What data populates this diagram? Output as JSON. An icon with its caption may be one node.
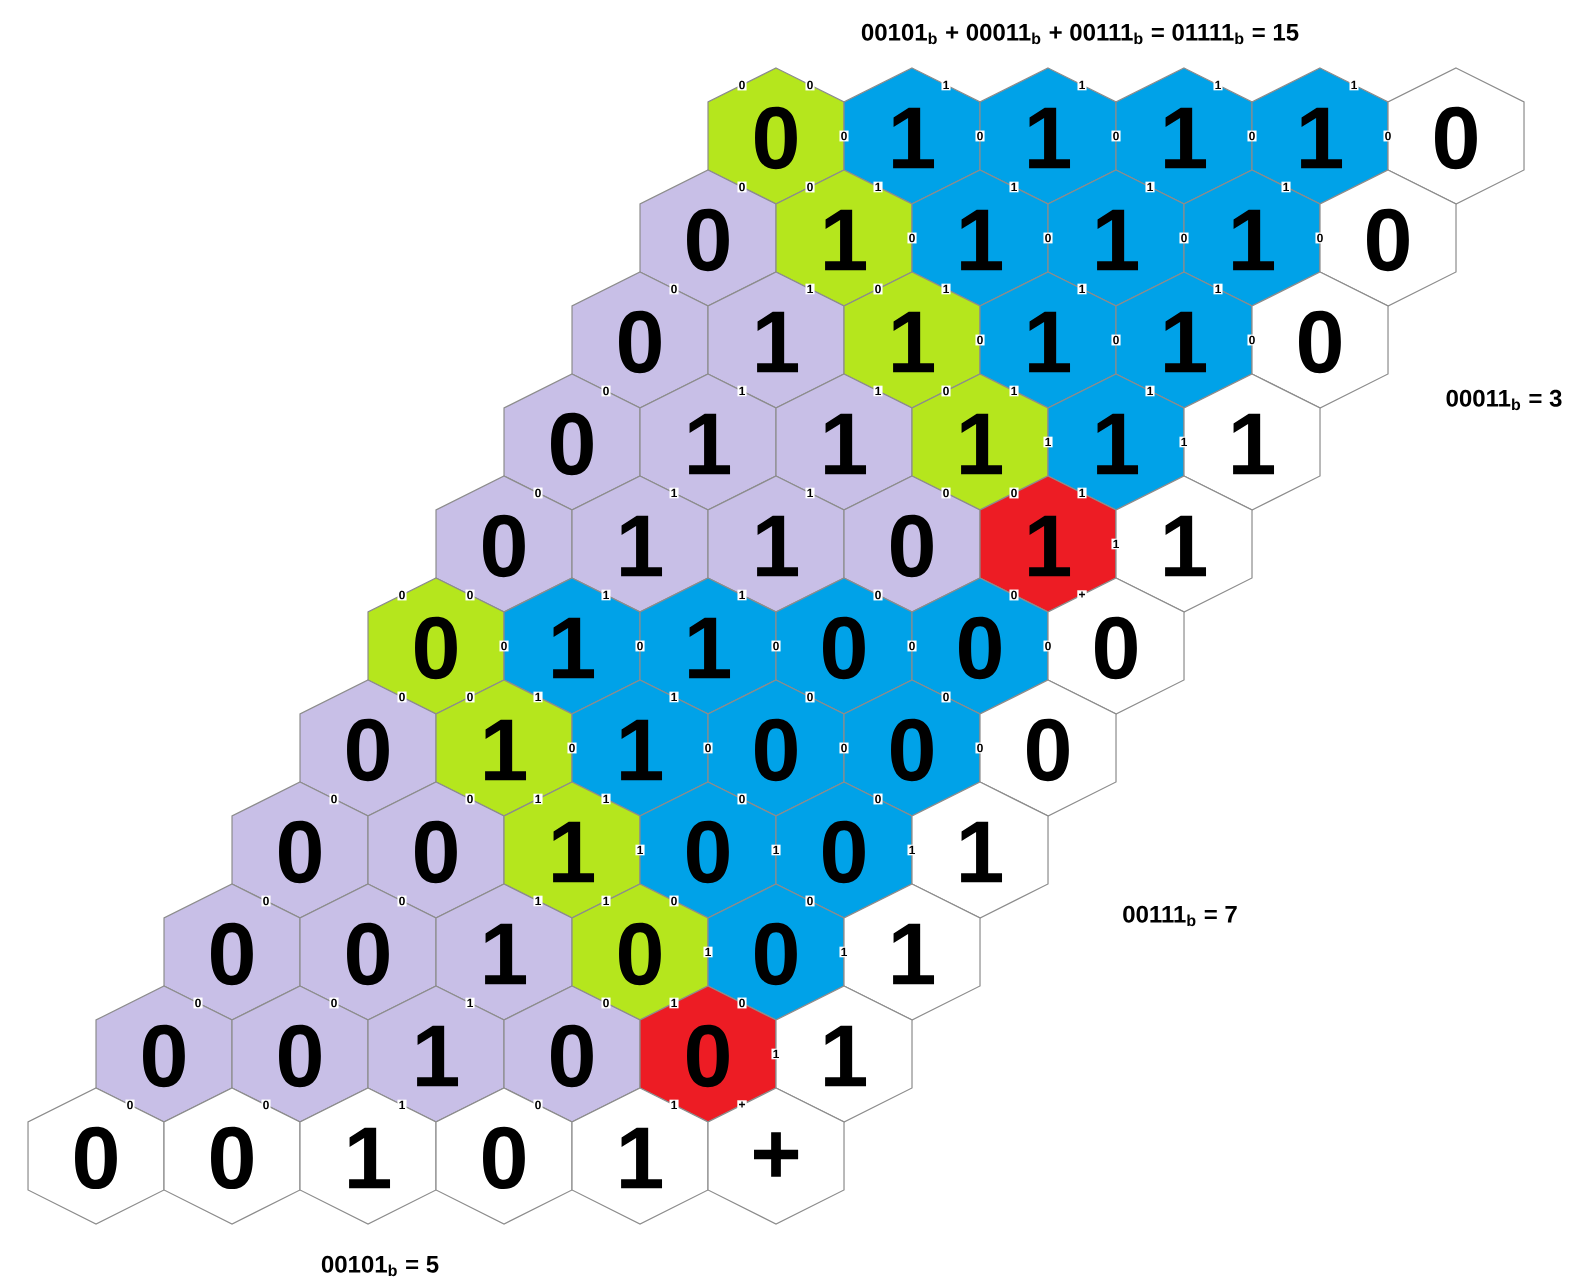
{
  "diagram": {
    "nodes": [
      {
        "text": [
          "0"
        ]
      },
      {
        "text": [
          "1"
        ]
      },
      {
        "text": [
          "1"
        ]
      },
      {
        "text": [
          "1"
        ]
      },
      {
        "text": [
          "1"
        ]
      },
      {
        "text": [
          "0"
        ]
      },
      {
        "text": [
          "0"
        ]
      },
      {
        "text": [
          "1"
        ]
      },
      {
        "text": [
          "1"
        ]
      },
      {
        "text": [
          "1"
        ]
      },
      {
        "text": [
          "1"
        ]
      },
      {
        "text": [
          "0"
        ]
      },
      {
        "text": [
          "0"
        ]
      },
      {
        "text": [
          "1"
        ]
      },
      {
        "text": [
          "1"
        ]
      },
      {
        "text": [
          "1"
        ]
      },
      {
        "text": [
          "1"
        ]
      },
      {
        "text": [
          "0"
        ]
      },
      {
        "text": [
          "0"
        ]
      },
      {
        "text": [
          "1"
        ]
      },
      {
        "text": [
          "1"
        ]
      },
      {
        "text": [
          "1"
        ]
      },
      {
        "text": [
          "1"
        ]
      },
      {
        "text": [
          "1"
        ]
      },
      {
        "text": [
          "0"
        ]
      },
      {
        "text": [
          "1"
        ]
      },
      {
        "text": [
          "1"
        ]
      },
      {
        "text": [
          "0"
        ]
      },
      {
        "text": [
          "1"
        ]
      },
      {
        "text": [
          "1"
        ]
      },
      {
        "text": [
          "0"
        ]
      },
      {
        "text": [
          "1"
        ]
      },
      {
        "text": [
          "1"
        ]
      },
      {
        "text": [
          "0"
        ]
      },
      {
        "text": [
          "0"
        ]
      },
      {
        "text": [
          "0"
        ]
      },
      {
        "text": [
          "0"
        ]
      },
      {
        "text": [
          "1"
        ]
      },
      {
        "text": [
          "1"
        ]
      },
      {
        "text": [
          "0"
        ]
      },
      {
        "text": [
          "0"
        ]
      },
      {
        "text": [
          "0"
        ]
      },
      {
        "text": [
          "0"
        ]
      },
      {
        "text": [
          "0"
        ]
      },
      {
        "text": [
          "1"
        ]
      },
      {
        "text": [
          "0"
        ]
      },
      {
        "text": [
          "0"
        ]
      },
      {
        "text": [
          "1"
        ]
      },
      {
        "text": [
          "0"
        ]
      },
      {
        "text": [
          "0"
        ]
      },
      {
        "text": [
          "1"
        ]
      },
      {
        "text": [
          "0"
        ]
      },
      {
        "text": [
          "0"
        ]
      },
      {
        "text": [
          "1"
        ]
      },
      {
        "text": [
          "0"
        ]
      },
      {
        "text": [
          "0"
        ]
      },
      {
        "text": [
          "1"
        ]
      },
      {
        "text": [
          "0"
        ]
      },
      {
        "text": [
          "0"
        ]
      },
      {
        "text": [
          "1"
        ]
      },
      {
        "text": [
          "0"
        ]
      },
      {
        "text": [
          "0"
        ]
      },
      {
        "text": [
          "1"
        ]
      },
      {
        "text": [
          "0"
        ]
      },
      {
        "text": [
          "1"
        ]
      },
      {
        "text": [
          "+"
        ]
      }
    ],
    "labels": [
      "00101$_{b}$ + 00011$_{b}$ + 00111$_{b}$ = 01111$_{b}$ = 15",
      "0",
      "0",
      "1",
      "1",
      "1",
      "1",
      "0",
      "0",
      "0",
      "0",
      "0",
      "0",
      "0",
      "1",
      "1",
      "1",
      "1",
      "0",
      "0",
      "0",
      "0",
      "0",
      "1",
      "0",
      "1",
      "1",
      "1",
      "0",
      "0",
      "0",
      "0",
      "1",
      "1",
      "0",
      "1",
      "1",
      "00011$_{b}$ = 3",
      "1",
      "1",
      "0",
      "1",
      "1",
      "0",
      "0",
      "1",
      "1",
      "0",
      "0",
      "1",
      "1",
      "0",
      "0",
      "+",
      "0",
      "0",
      "0",
      "0",
      "0",
      "0",
      "0",
      "1",
      "1",
      "0",
      "0",
      "0",
      "0",
      "0",
      "0",
      "0",
      "0",
      "1",
      "1",
      "0",
      "0",
      "1",
      "1",
      "1",
      "0",
      "0",
      "1",
      "1",
      "0",
      "0",
      "00111$_{b}$ = 7",
      "1",
      "1",
      "0",
      "0",
      "1",
      "0",
      "1",
      "0",
      "1",
      "0",
      "0",
      "1",
      "0",
      "1",
      "+",
      "00101$_{b}$ = 5"
    ]
  }
}
